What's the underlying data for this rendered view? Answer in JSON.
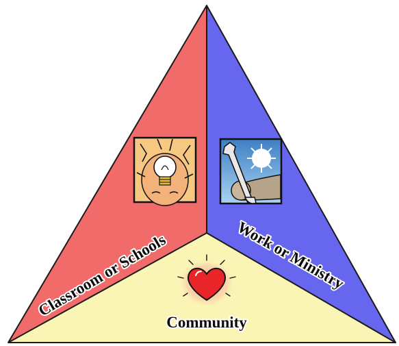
{
  "sections": {
    "left": {
      "label": "Classroom or Schools",
      "icon": "lightbulb-head-icon",
      "color": "#f26b6b"
    },
    "right": {
      "label": "Work or Ministry",
      "icon": "wrench-hand-icon",
      "color": "#6666ee"
    },
    "bottom": {
      "label": "Community",
      "icon": "heart-icon",
      "color": "#fbf5b5"
    }
  },
  "colors": {
    "outline": "#1a1a1a",
    "label_stroke": "#ffffff"
  }
}
